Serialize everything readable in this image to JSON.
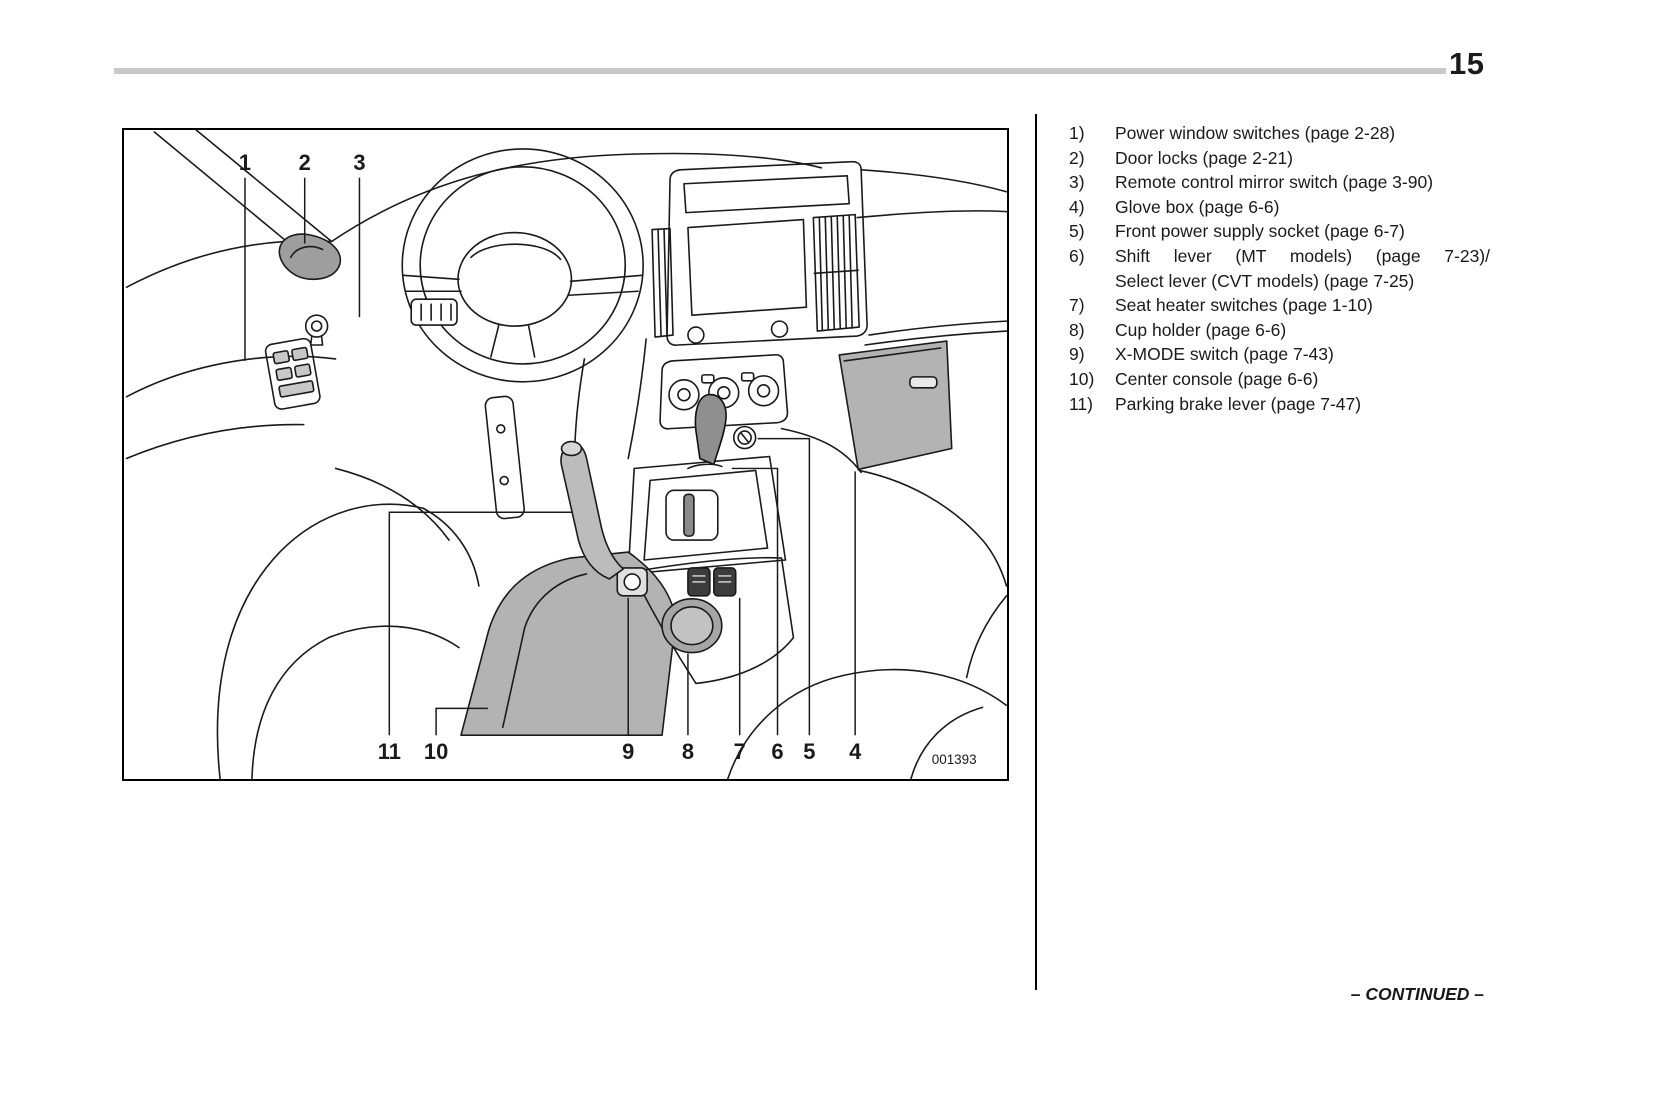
{
  "page": {
    "number": "15",
    "continued": "– CONTINUED –",
    "figure_id": "001393"
  },
  "legend": {
    "items": [
      {
        "num": "1)",
        "text": "Power window switches (page 2-28)"
      },
      {
        "num": "2)",
        "text": "Door locks (page 2-21)"
      },
      {
        "num": "3)",
        "text": "Remote control mirror switch (page 3-90)"
      },
      {
        "num": "4)",
        "text": "Glove box (page 6-6)"
      },
      {
        "num": "5)",
        "text": "Front power supply socket (page 6-7)"
      },
      {
        "num": "6)",
        "text": "Shift lever (MT models) (page 7-23)/",
        "justify": true
      },
      {
        "num": "",
        "text": "Select lever (CVT models) (page 7-25)"
      },
      {
        "num": "7)",
        "text": "Seat heater switches (page 1-10)"
      },
      {
        "num": "8)",
        "text": "Cup holder (page 6-6)"
      },
      {
        "num": "9)",
        "text": "X-MODE switch (page 7-43)"
      },
      {
        "num": "10)",
        "text": "Center console (page 6-6)"
      },
      {
        "num": "11)",
        "text": "Parking brake lever (page 7-47)"
      }
    ]
  },
  "diagram": {
    "callouts": [
      {
        "label": "1"
      },
      {
        "label": "2"
      },
      {
        "label": "3"
      },
      {
        "label": "11"
      },
      {
        "label": "10"
      },
      {
        "label": "9"
      },
      {
        "label": "8"
      },
      {
        "label": "7"
      },
      {
        "label": "6"
      },
      {
        "label": "5"
      },
      {
        "label": "4"
      }
    ]
  }
}
